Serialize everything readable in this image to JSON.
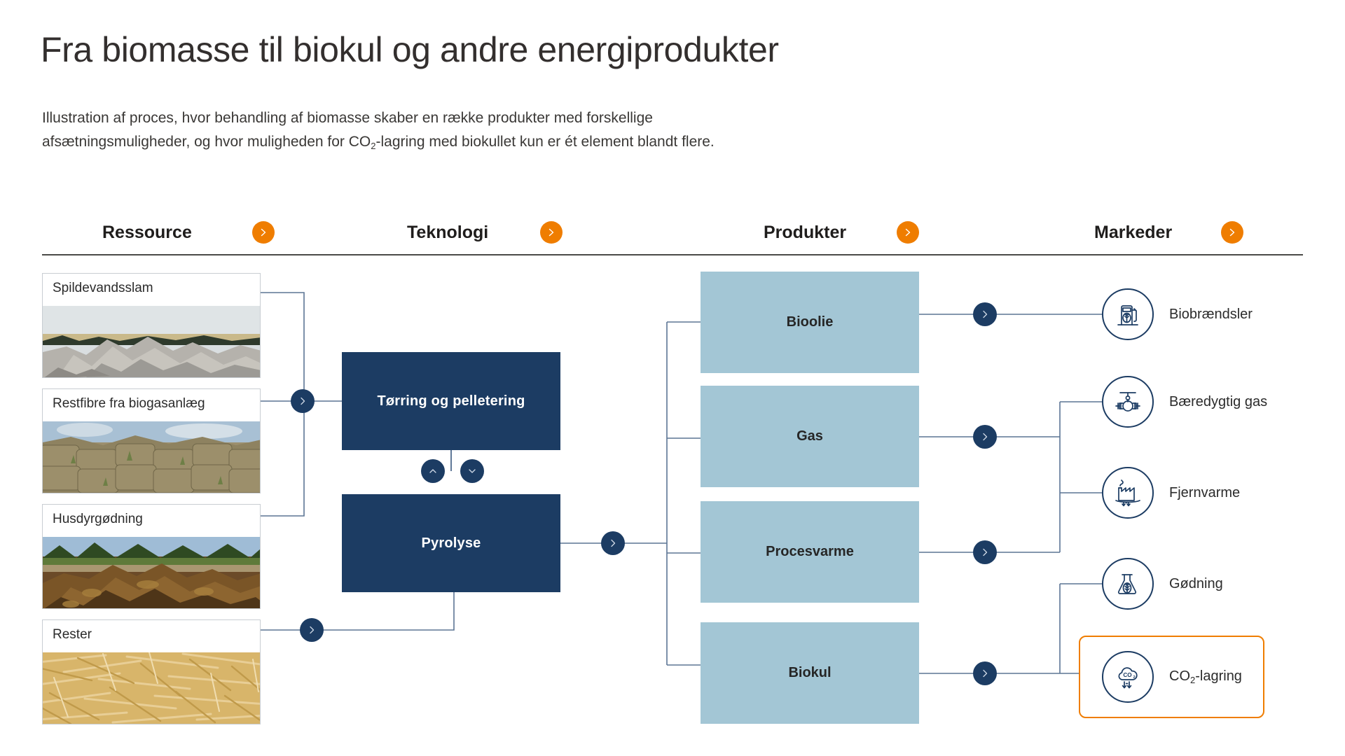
{
  "page": {
    "title": "Fra biomasse til biokul og andre energiprodukter",
    "subtitle_line1": "Illustration af proces, hvor behandling af biomasse skaber en række produkter med forskellige",
    "subtitle_line2_a": "afsætningsmuligheder, og hvor muligheden for CO",
    "subtitle_line2_sub": "2",
    "subtitle_line2_b": "-lagring med biokullet kun er ét element blandt flere."
  },
  "colors": {
    "accent_orange": "#ef7d00",
    "navy": "#1c3c63",
    "product_blue": "#a3c6d5",
    "wire": "#5c7594",
    "rule": "#4a4a48"
  },
  "columns": [
    {
      "label": "Ressource",
      "icon": "chevron-right-icon"
    },
    {
      "label": "Teknologi",
      "icon": "chevron-right-icon"
    },
    {
      "label": "Produkter",
      "icon": "chevron-right-icon"
    },
    {
      "label": "Markeder",
      "icon": "chevron-right-icon"
    }
  ],
  "resources": [
    {
      "label": "Spildevandsslam",
      "photo": "sewage-sludge-pile-photo"
    },
    {
      "label": "Restfibre fra biogasanlæg",
      "photo": "biogas-residual-fibre-photo"
    },
    {
      "label": "Husdyrgødning",
      "photo": "manure-pile-photo"
    },
    {
      "label": "Rester",
      "photo": "straw-residue-photo"
    }
  ],
  "technologies": [
    {
      "label": "Tørring og pelletering"
    },
    {
      "label": "Pyrolyse"
    }
  ],
  "tech_nav": [
    {
      "icon": "chevron-up-icon"
    },
    {
      "icon": "chevron-down-icon"
    }
  ],
  "products": [
    {
      "label": "Bioolie"
    },
    {
      "label": "Gas"
    },
    {
      "label": "Procesvarme"
    },
    {
      "label": "Biokul"
    }
  ],
  "markets": [
    {
      "label": "Biobrændsler",
      "icon": "fuel-pump-leaf-icon",
      "highlighted": false
    },
    {
      "label": "Bæredygtig gas",
      "icon": "gas-valve-icon",
      "highlighted": false
    },
    {
      "label": "Fjernvarme",
      "icon": "factory-heat-icon",
      "highlighted": false
    },
    {
      "label": "Gødning",
      "icon": "flask-leaf-icon",
      "highlighted": false
    },
    {
      "label": "CO2-lagring",
      "label_a": "CO",
      "label_sub": "2",
      "label_b": "-lagring",
      "icon": "co2-storage-cloud-icon",
      "highlighted": true
    }
  ]
}
